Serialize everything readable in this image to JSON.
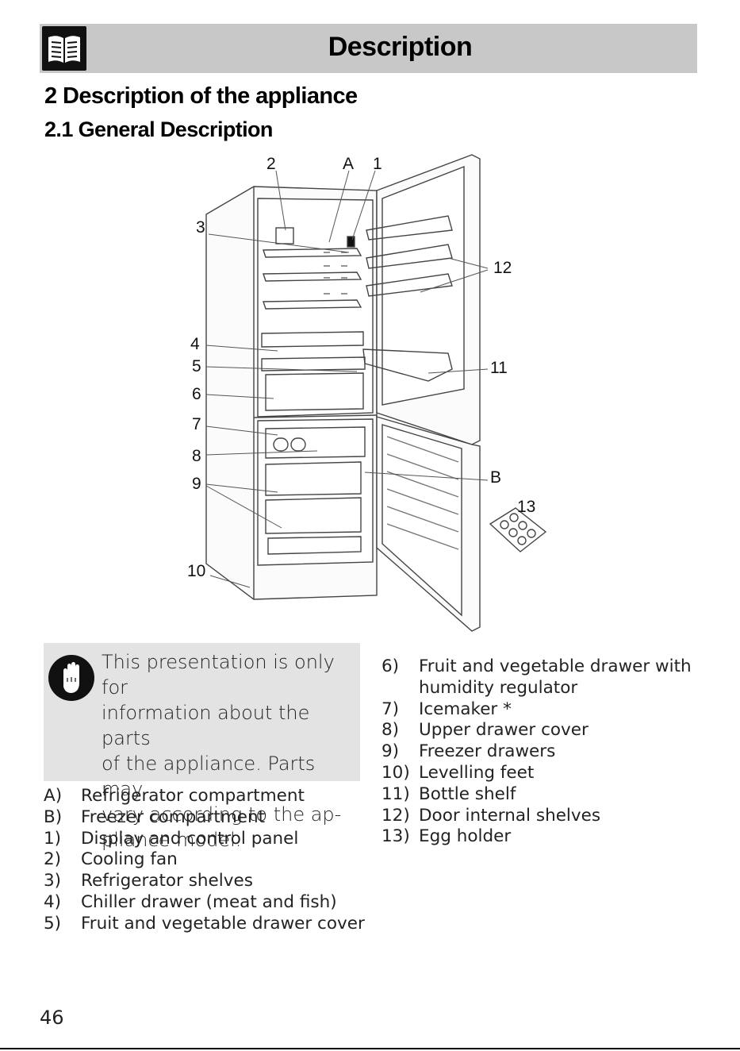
{
  "header": {
    "title": "Description",
    "icon": "book-icon"
  },
  "section": {
    "heading": "2  Description of the appliance",
    "subheading": "2.1  General Description"
  },
  "figure": {
    "callouts": [
      "2",
      "A",
      "1",
      "3",
      "12",
      "4",
      "5",
      "6",
      "11",
      "7",
      "8",
      "B",
      "9",
      "13",
      "10"
    ]
  },
  "note": {
    "icon": "hand-stop-icon",
    "lines": [
      "This presentation is only for",
      "information about the parts",
      "of the appliance. Parts may",
      "vary according to the ap-",
      "pliance model."
    ]
  },
  "parts_left": [
    {
      "key": "A)",
      "text": "Refrigerator compartment"
    },
    {
      "key": "B)",
      "text": "Freezer compartment"
    },
    {
      "key": "1)",
      "text": "Display and control panel"
    },
    {
      "key": "2)",
      "text": "Cooling fan"
    },
    {
      "key": "3)",
      "text": "Refrigerator shelves"
    },
    {
      "key": "4)",
      "text": "Chiller drawer (meat and fish)"
    },
    {
      "key": "5)",
      "text": "Fruit and vegetable drawer cover"
    }
  ],
  "parts_right": [
    {
      "key": "6)",
      "text": "Fruit and vegetable drawer with humidity regulator"
    },
    {
      "key": "7)",
      "text": "Icemaker *"
    },
    {
      "key": "8)",
      "text": "Upper drawer cover"
    },
    {
      "key": "9)",
      "text": "Freezer drawers"
    },
    {
      "key": "10)",
      "text": "Levelling feet"
    },
    {
      "key": "11)",
      "text": "Bottle shelf"
    },
    {
      "key": "12)",
      "text": "Door internal shelves"
    },
    {
      "key": "13)",
      "text": "Egg holder"
    }
  ],
  "page_number": "46"
}
